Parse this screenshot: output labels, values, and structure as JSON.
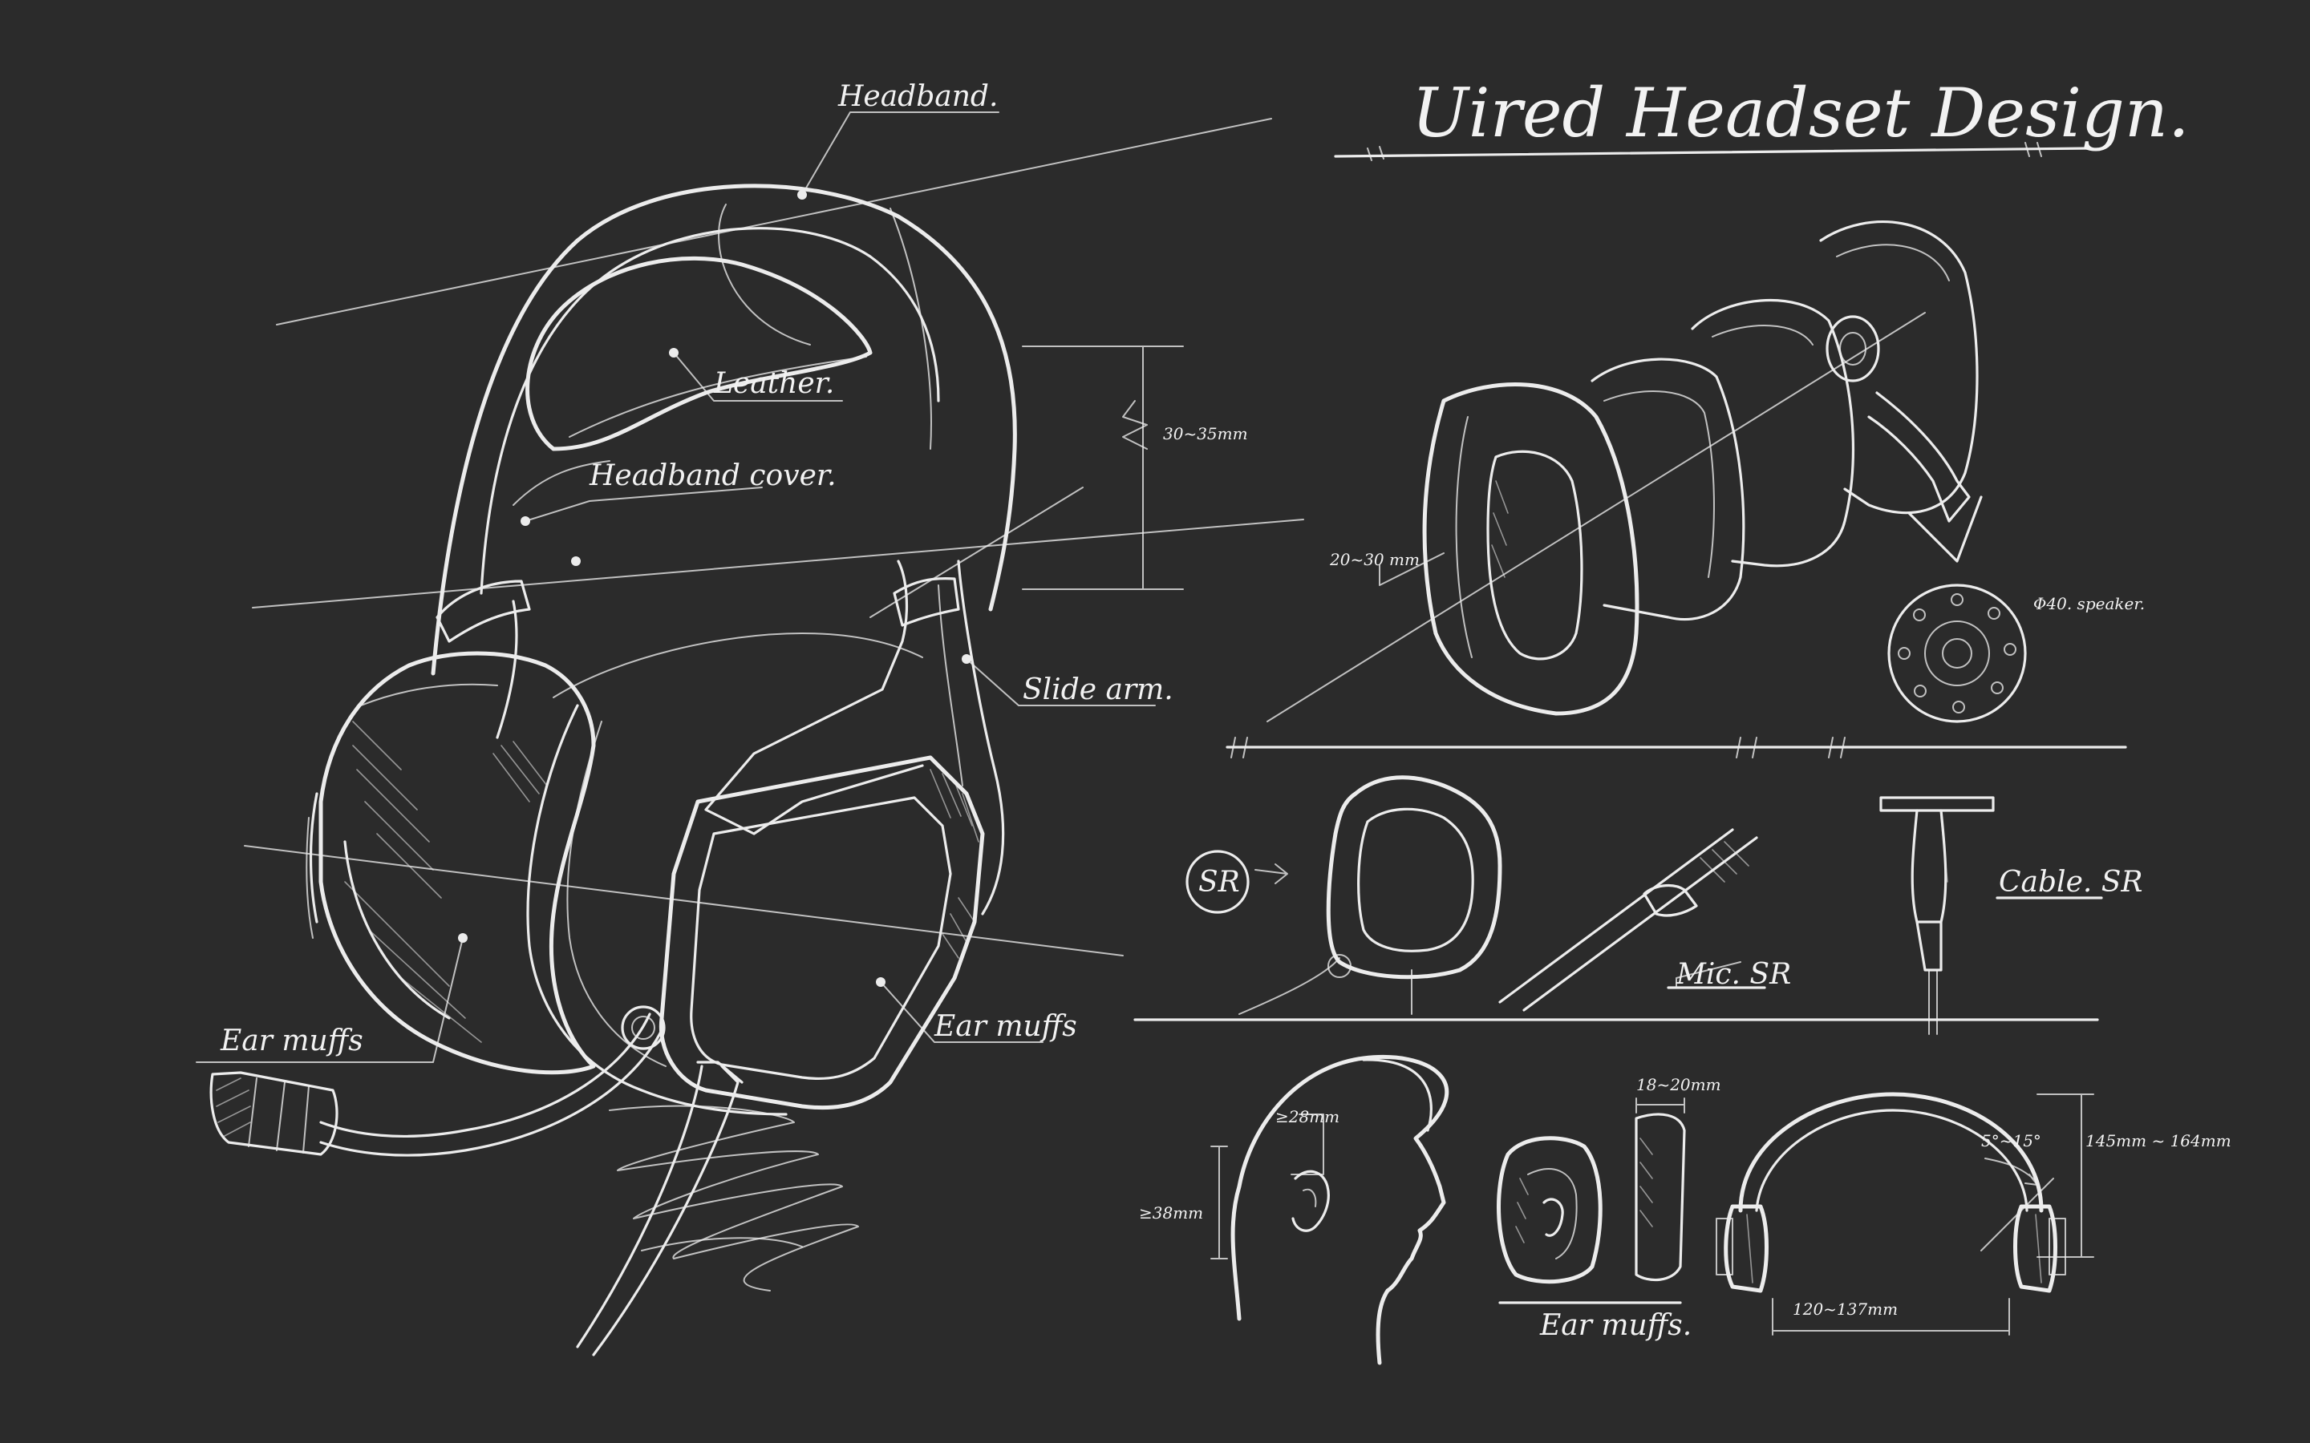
{
  "title": "Uired Headset Design.",
  "labels": {
    "headband": "Headband.",
    "leather": "Leather.",
    "headband_cover": "Headband cover.",
    "slide_arm": "Slide arm.",
    "ear_muffs_left": "Ear muffs",
    "ear_muffs_right": "Ear muffs",
    "ear_muffs_bottom": "Ear muffs.",
    "cable_sr": "Cable. SR",
    "mic_sr": "Mic. SR",
    "sr_badge": "SR",
    "speaker": "Φ40. speaker.",
    "dim_headband_height": "30~35mm",
    "dim_cushion": "20~30 mm",
    "dim_ear_height": "≥28mm",
    "dim_ear_depth": "≥38mm",
    "dim_cup_depth": "18~20mm",
    "dim_tilt": "5°~15°",
    "dim_height": "145mm ~ 164mm",
    "dim_width": "120~137mm"
  },
  "colors": {
    "background": "#2b2b2b",
    "chalk": "#ececec"
  }
}
